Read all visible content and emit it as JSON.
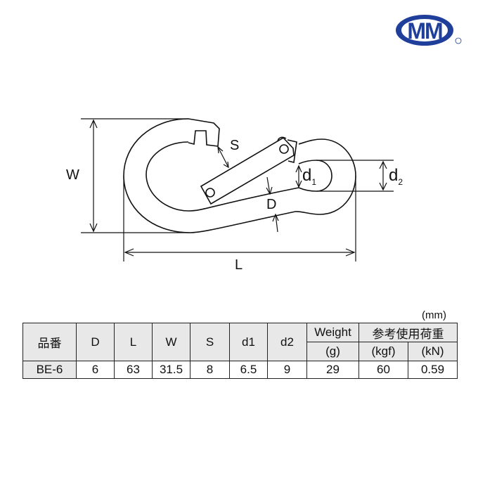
{
  "logo": {
    "text": "MM",
    "registered": "®",
    "color": "#1f3f9a"
  },
  "diagram": {
    "labels": {
      "W": "W",
      "L": "L",
      "S": "S",
      "D": "D",
      "d1": "d",
      "d1_sub": "1",
      "d2": "d",
      "d2_sub": "2"
    }
  },
  "table": {
    "unit": "(mm)",
    "headers": [
      "品番",
      "D",
      "L",
      "W",
      "S",
      "d1",
      "d2"
    ],
    "weight_header": "Weight",
    "weight_unit": "(g)",
    "load_header": "参考使用荷重",
    "load_units": [
      "(kgf)",
      "(kN)"
    ],
    "rows": [
      {
        "part": "BE-6",
        "D": "6",
        "L": "63",
        "W": "31.5",
        "S": "8",
        "d1": "6.5",
        "d2": "9",
        "weight": "29",
        "kgf": "60",
        "kN": "0.59"
      }
    ]
  }
}
